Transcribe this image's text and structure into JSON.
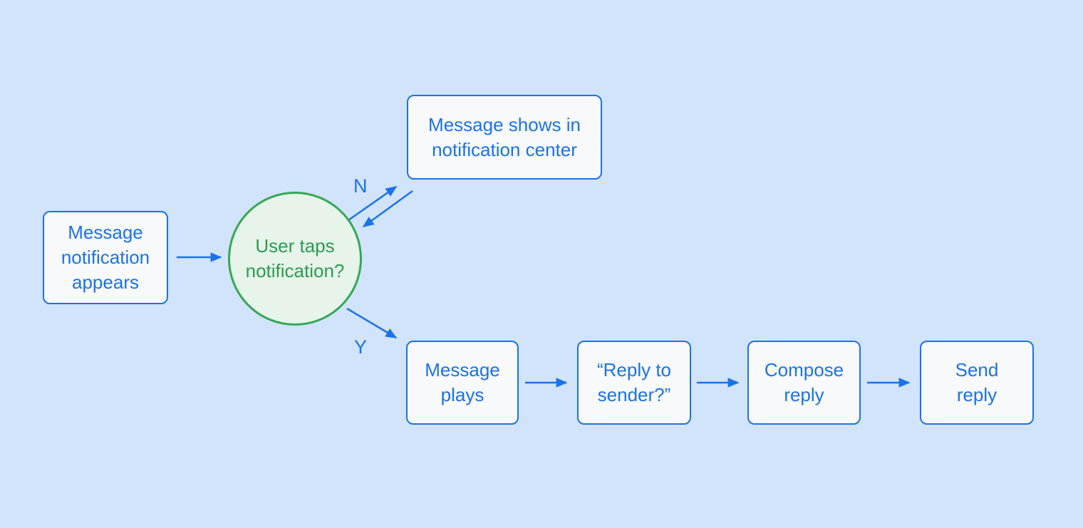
{
  "diagram": {
    "title": "message-notification-flowchart",
    "colors": {
      "background": "#d2e3fc",
      "node_fill": "#f8f9fa",
      "node_stroke": "#1a73e8",
      "node_text": "#1a73e8",
      "decision_fill": "#e6f4ea",
      "decision_stroke": "#34a853",
      "decision_text": "#2d9b4f",
      "arrow": "#1a73e8"
    },
    "nodes": {
      "start": {
        "label": "Message\nnotification\nappears"
      },
      "decision": {
        "label": "User taps\nnotification?"
      },
      "no_branch": {
        "label": "Message shows in\nnotification center"
      },
      "message_plays": {
        "label": "Message\nplays"
      },
      "reply_to_sender": {
        "label": "“Reply to\nsender?”"
      },
      "compose_reply": {
        "label": "Compose\nreply"
      },
      "send_reply": {
        "label": "Send\nreply"
      }
    },
    "edge_labels": {
      "no": "N",
      "yes": "Y"
    }
  }
}
